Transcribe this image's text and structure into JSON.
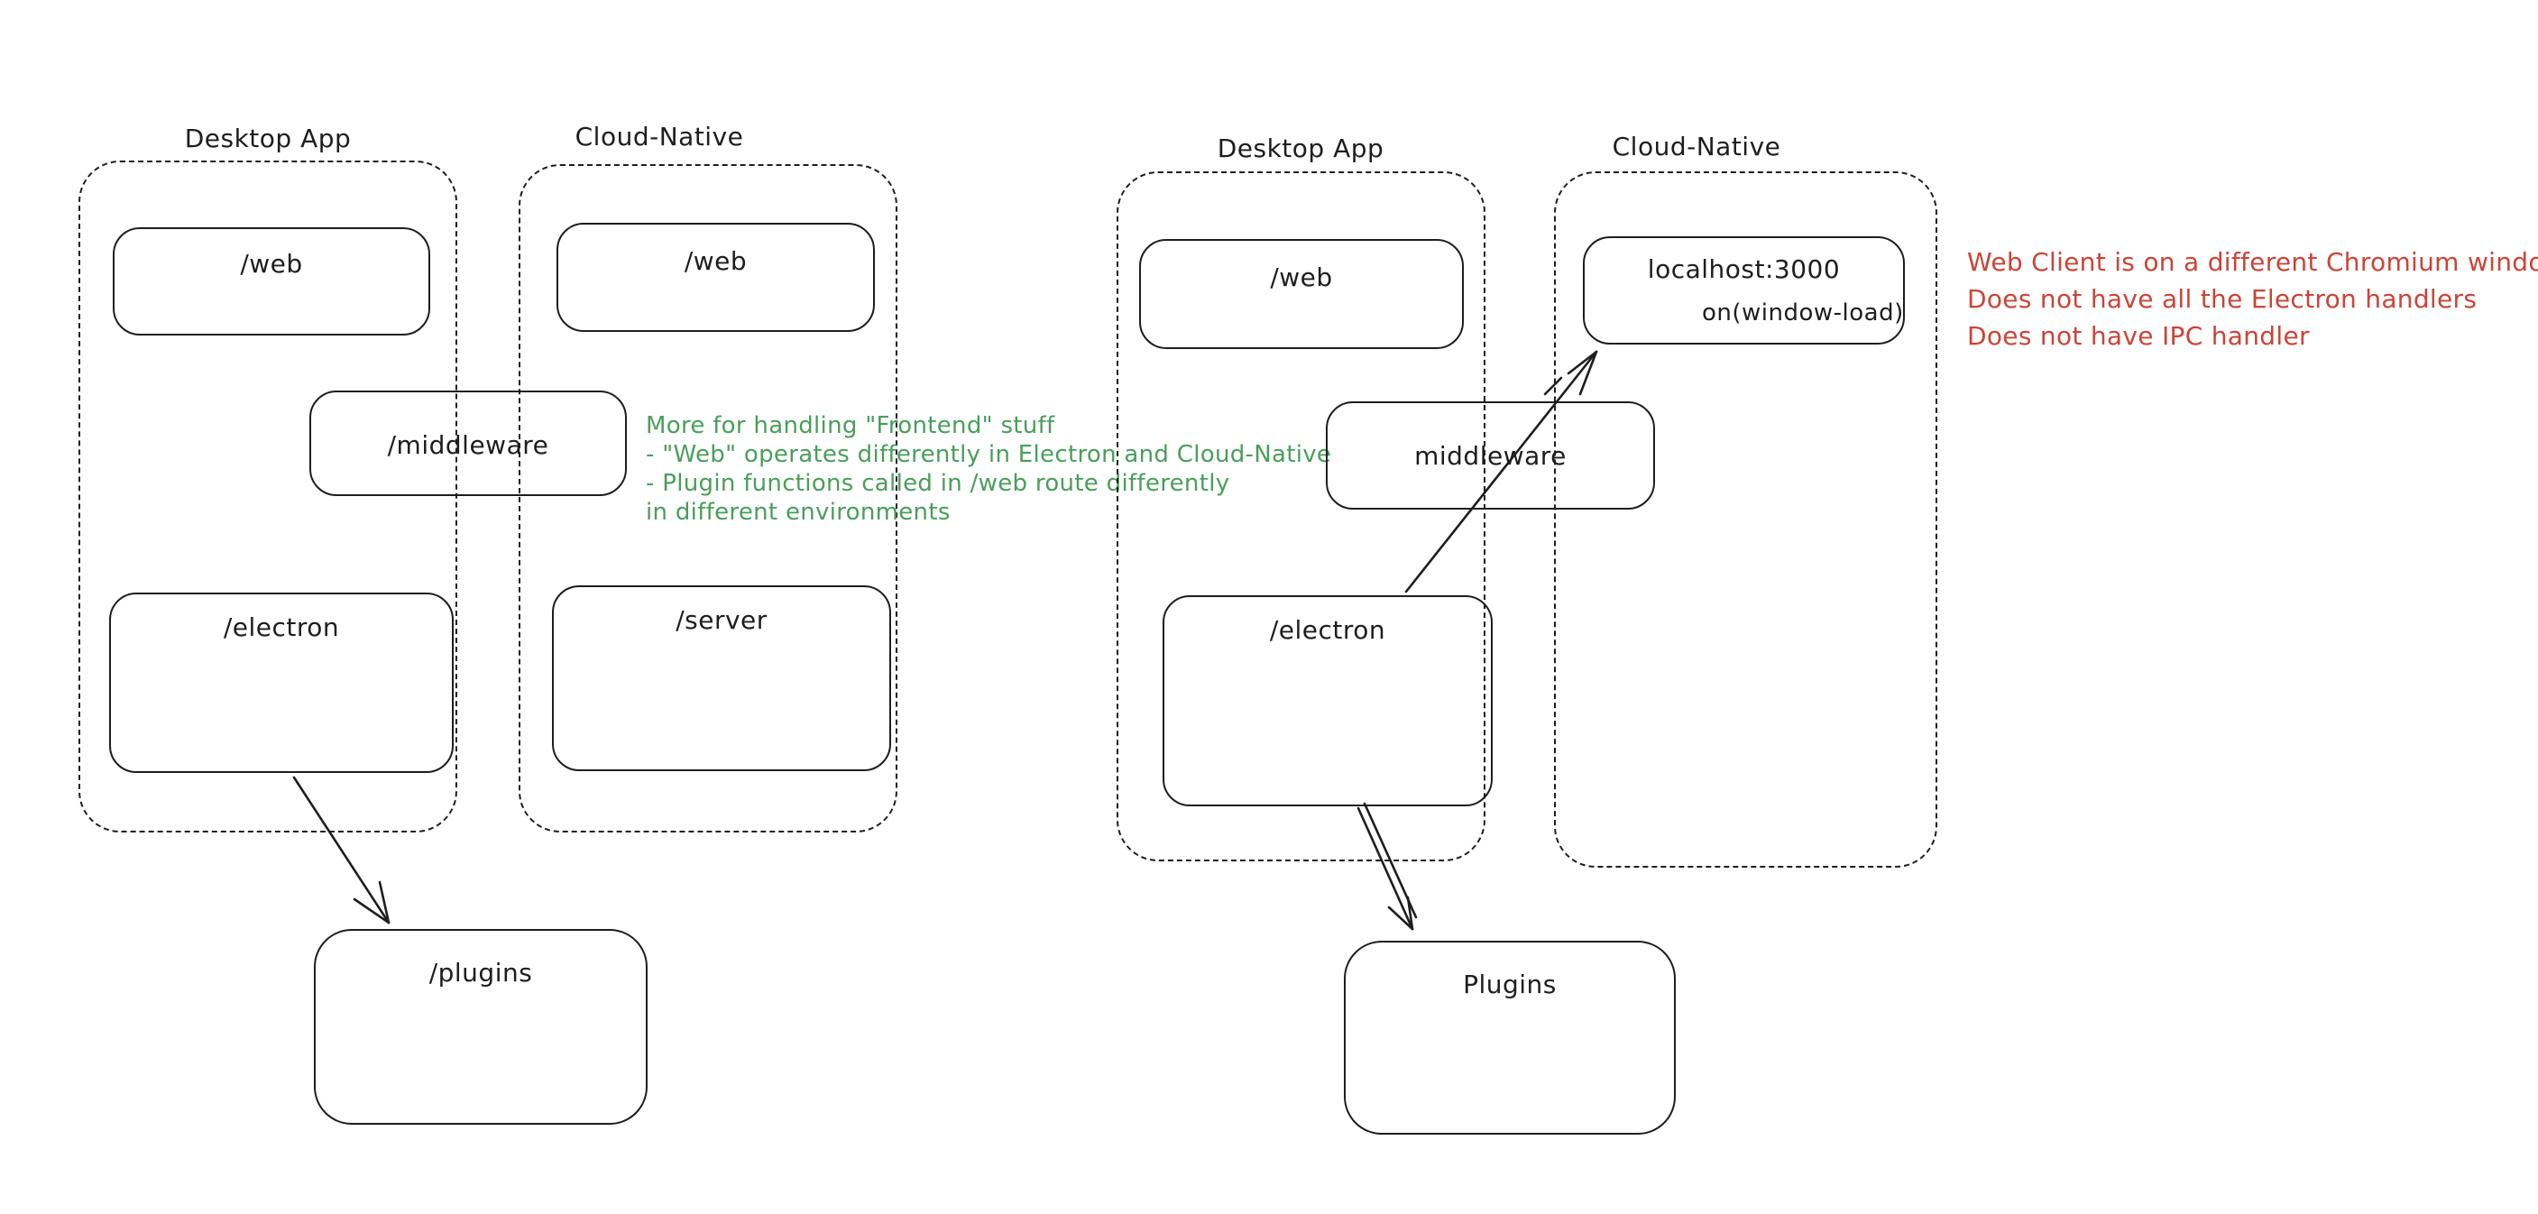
{
  "colors": {
    "ink": "#1e1e1e",
    "green": "#4a9e5b",
    "red": "#cb4437"
  },
  "left_diagram": {
    "desktop": {
      "label": "Desktop App",
      "web_box": "/web",
      "electron_box": "/electron"
    },
    "cloud": {
      "label": "Cloud-Native",
      "web_box": "/web",
      "server_box": "/server"
    },
    "middleware_box": "/middleware",
    "plugins_box": "/plugins",
    "green_note": {
      "lines": [
        "More for handling \"Frontend\" stuff",
        "- \"Web\" operates differently in Electron and Cloud-Native",
        "- Plugin functions called in /web route differently",
        "in different environments"
      ]
    }
  },
  "right_diagram": {
    "desktop": {
      "label": "Desktop App",
      "web_box": "/web",
      "electron_box": "/electron"
    },
    "cloud": {
      "label": "Cloud-Native",
      "localhost_box": "localhost:3000",
      "window_load_label": "on(window-load)"
    },
    "middleware_box": "middleware",
    "plugins_box": "Plugins",
    "red_note": {
      "lines": [
        "Web Client is on a different Chromium window",
        "Does not have all the Electron handlers",
        "Does not have IPC handler"
      ]
    }
  }
}
